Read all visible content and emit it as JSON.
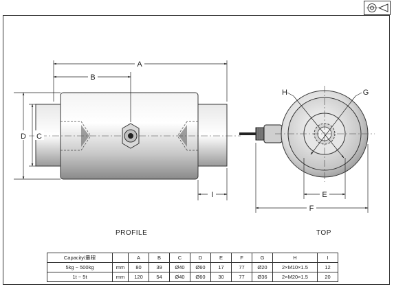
{
  "dimensions": {
    "A": "A",
    "B": "B",
    "C": "C",
    "D": "D",
    "E": "E",
    "F": "F",
    "G": "G",
    "H": "H",
    "I": "I"
  },
  "views": {
    "profile": "PROFILE",
    "top": "TOP"
  },
  "projection_symbol": "first-angle-projection-icon",
  "table": {
    "header": [
      "Capacity/量程",
      "",
      "A",
      "B",
      "C",
      "D",
      "E",
      "F",
      "G",
      "H",
      "I"
    ],
    "rows": [
      [
        "5kg ~ 500kg",
        "mm",
        "80",
        "39",
        "Ø40",
        "Ø60",
        "17",
        "77",
        "Ø20",
        "2×M10×1.5",
        "12"
      ],
      [
        "1t ~ 5t",
        "mm",
        "120",
        "54",
        "Ø40",
        "Ø60",
        "30",
        "77",
        "Ø36",
        "2×M20×1.5",
        "20"
      ]
    ]
  }
}
